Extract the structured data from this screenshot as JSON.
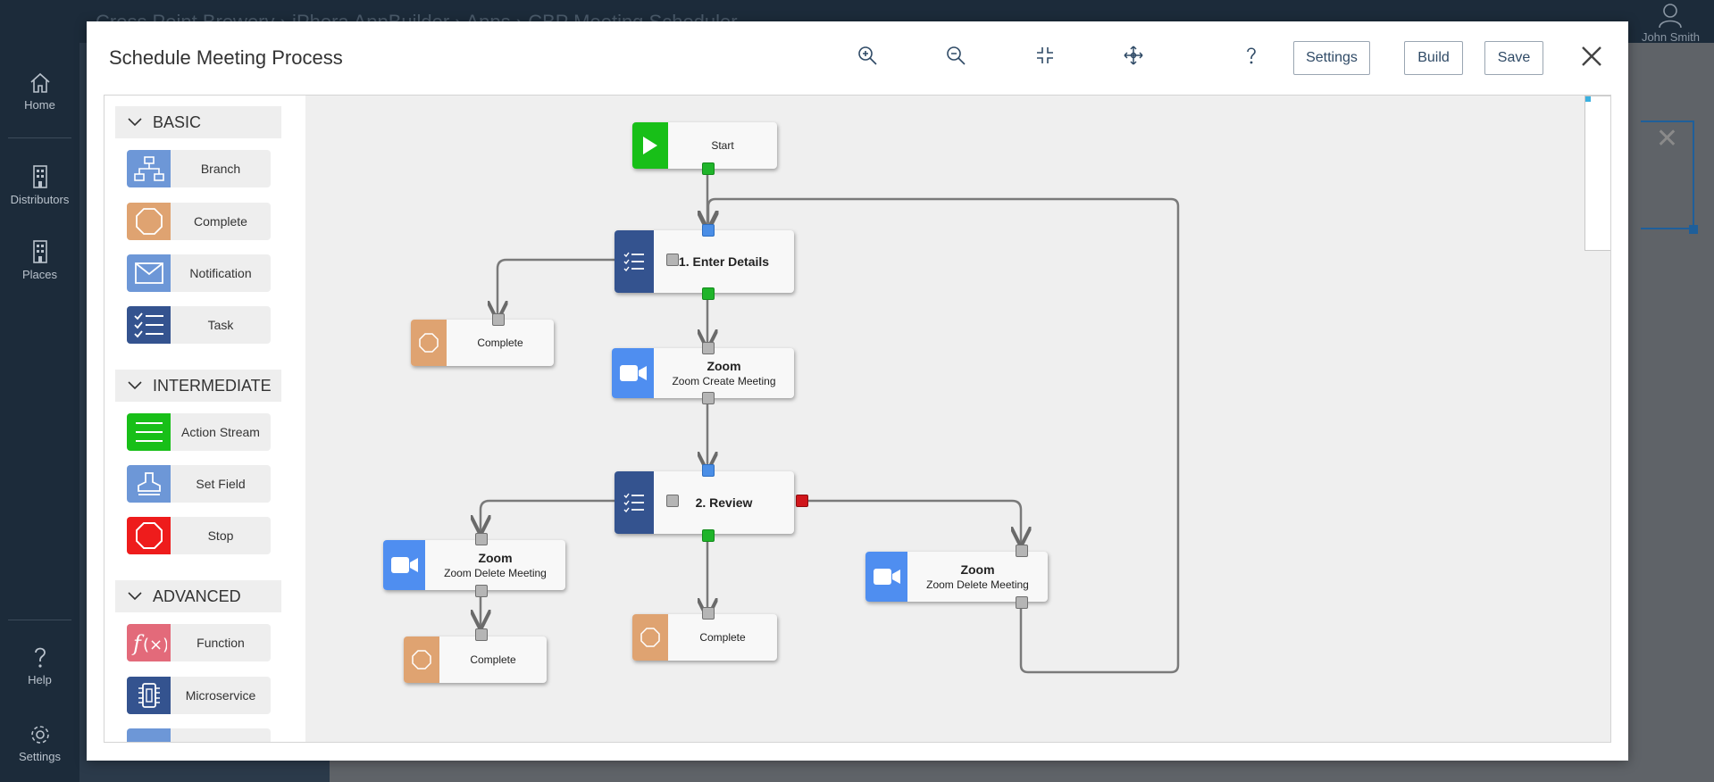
{
  "app": {
    "breadcrumb": "Cross Point Brewery  ›  iPhora AppBuilder  ›  Apps  ›  CBP Meeting Scheduler",
    "user_name": "John Smith",
    "nav": [
      {
        "label": "Home",
        "icon": "home-icon"
      },
      {
        "label": "Distributors",
        "icon": "building-icon"
      },
      {
        "label": "Places",
        "icon": "building-icon"
      },
      {
        "label": "Help",
        "icon": "help-icon"
      },
      {
        "label": "Settings",
        "icon": "gear-icon"
      }
    ]
  },
  "modal": {
    "title": "Schedule Meeting Process",
    "toolbar": {
      "zoom_in_icon": "zoom-in-icon",
      "zoom_out_icon": "zoom-out-icon",
      "fit_icon": "fit-screen-icon",
      "pan_icon": "move-icon",
      "help_icon": "help-icon"
    },
    "buttons": {
      "settings": "Settings",
      "build": "Build",
      "save": "Save"
    }
  },
  "palette": {
    "sections": [
      {
        "title": "BASIC",
        "items": [
          {
            "label": "Branch",
            "icon": "sitemap-icon",
            "color": "#6d97d7"
          },
          {
            "label": "Complete",
            "icon": "octagon-icon",
            "color": "#dfa371"
          },
          {
            "label": "Notification",
            "icon": "envelope-icon",
            "color": "#6d97d7"
          },
          {
            "label": "Task",
            "icon": "checklist-icon",
            "color": "#34538f"
          }
        ]
      },
      {
        "title": "INTERMEDIATE",
        "items": [
          {
            "label": "Action Stream",
            "icon": "lines-icon",
            "color": "#18bf18"
          },
          {
            "label": "Set Field",
            "icon": "stamp-icon",
            "color": "#6d97d7"
          },
          {
            "label": "Stop",
            "icon": "stop-icon",
            "color": "#ee1c1c"
          }
        ]
      },
      {
        "title": "ADVANCED",
        "items": [
          {
            "label": "Function",
            "icon": "function-icon",
            "color": "#e36a7a"
          },
          {
            "label": "Microservice",
            "icon": "chip-icon",
            "color": "#34538f"
          }
        ]
      }
    ]
  },
  "nodes": {
    "start": {
      "label": "Start"
    },
    "enter_details": {
      "label": "1. Enter Details"
    },
    "complete_1": {
      "label": "Complete"
    },
    "zoom_create": {
      "title": "Zoom",
      "subtitle": "Zoom Create Meeting"
    },
    "review": {
      "label": "2. Review"
    },
    "zoom_delete_left": {
      "title": "Zoom",
      "subtitle": "Zoom Delete Meeting"
    },
    "complete_2": {
      "label": "Complete"
    },
    "complete_3": {
      "label": "Complete"
    },
    "zoom_delete_right": {
      "title": "Zoom",
      "subtitle": "Zoom Delete Meeting"
    }
  },
  "colors": {
    "task": "#34538f",
    "start": "#18bf18",
    "complete": "#dfa371",
    "zoom": "#4f8ef0",
    "port_green": "#1fb42a",
    "port_blue": "#4a8ee6",
    "port_red": "#d0161b"
  }
}
